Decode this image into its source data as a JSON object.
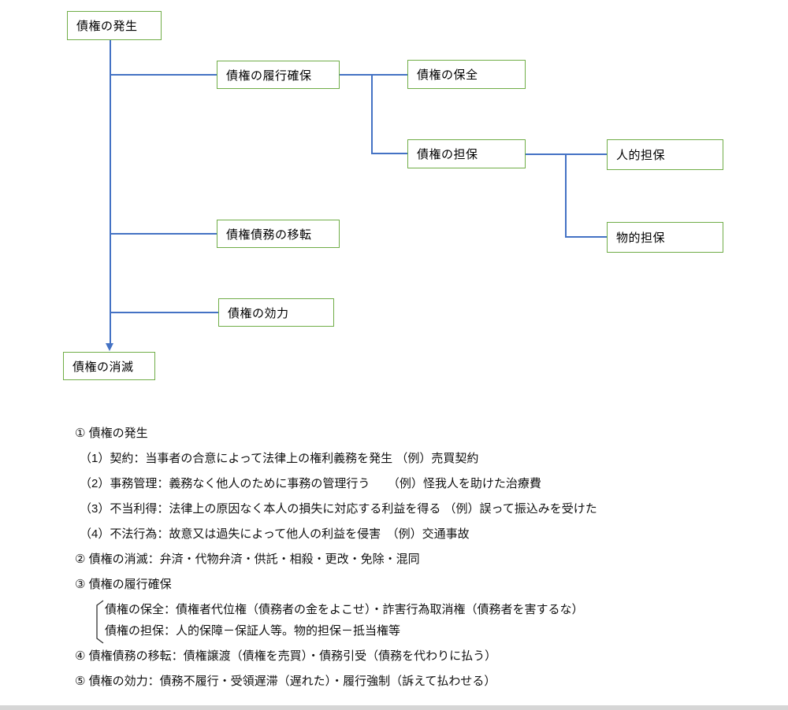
{
  "colors": {
    "box_border": "#70AD47",
    "connector": "#4472C4"
  },
  "diagram": {
    "nodes": {
      "hassei": {
        "label": "債権の発生"
      },
      "rikou": {
        "label": "債権の履行確保"
      },
      "hozen": {
        "label": "債権の保全"
      },
      "tanpo": {
        "label": "債権の担保"
      },
      "jinteki": {
        "label": "人的担保"
      },
      "butteki": {
        "label": "物的担保"
      },
      "iten": {
        "label": "債権債務の移転"
      },
      "kouryoku": {
        "label": "債権の効力"
      },
      "shoumetsu": {
        "label": "債権の消滅"
      }
    }
  },
  "notes": {
    "items": [
      {
        "text": "① 債権の発生"
      },
      {
        "text": "（1）契約：当事者の合意によって法律上の権利義務を発生 （例）売買契約"
      },
      {
        "text": "（2）事務管理：義務なく他人のために事務の管理行う　　（例）怪我人を助けた治療費"
      },
      {
        "text": "（3）不当利得：法律上の原因なく本人の損失に対応する利益を得る （例）誤って振込みを受けた"
      },
      {
        "text": "（4）不法行為：故意又は過失によって他人の利益を侵害　（例）交通事故"
      },
      {
        "text": "② 債権の消滅：弁済・代物弁済・供託・相殺・更改・免除・混同"
      },
      {
        "text": "③ 債権の履行確保"
      },
      {
        "text": "債権の保全：債権者代位権（債務者の金をよこせ）・詐害行為取消権（債務者を害するな）"
      },
      {
        "text": "債権の担保：人的保障－保証人等。物的担保－抵当権等"
      },
      {
        "text": "④ 債権債務の移転：債権譲渡（債権を売買）・債務引受（債務を代わりに払う）"
      },
      {
        "text": "⑤ 債権の効力：債務不履行・受領遅滞（遅れた）・履行強制（訴えて払わせる）"
      }
    ]
  }
}
